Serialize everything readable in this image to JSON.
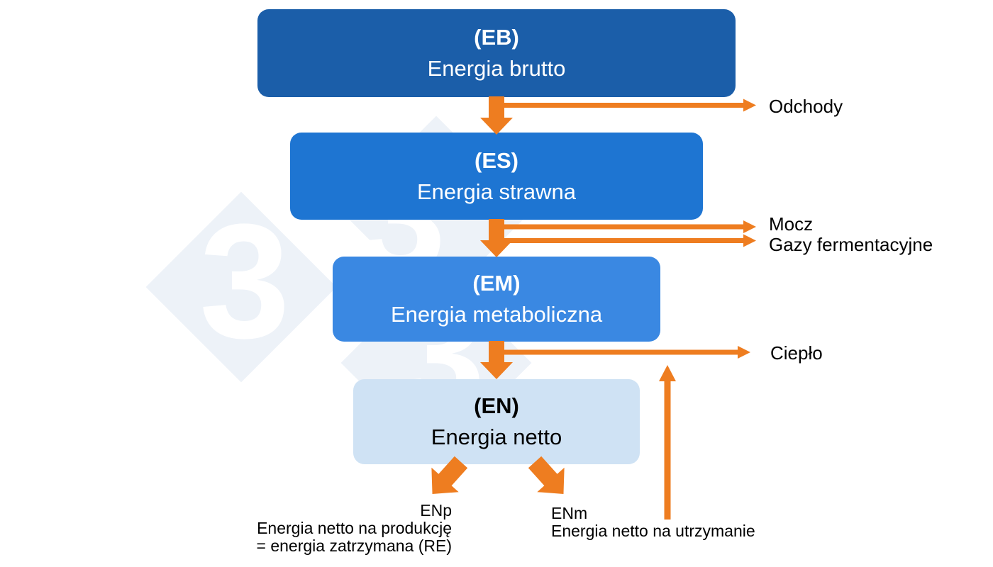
{
  "colors": {
    "box-eb": "#1b5ea9",
    "box-es": "#1e75d2",
    "box-em": "#3a88e2",
    "box-en": "#cfe2f4",
    "arrow-color": "#ee7d20",
    "wm-color": "#edf2f8",
    "text-dark": "#000000",
    "text-light": "#ffffff"
  },
  "watermark": {
    "glyph": "3"
  },
  "boxes": [
    {
      "abbr": "(EB)",
      "name": "Energia brutto"
    },
    {
      "abbr": "(ES)",
      "name": "Energia strawna"
    },
    {
      "abbr": "(EM)",
      "name": "Energia metaboliczna"
    },
    {
      "abbr": "(EN)",
      "name": "Energia netto"
    }
  ],
  "losses": [
    {
      "label": "Odchody"
    },
    {
      "label": "Mocz"
    },
    {
      "label": "Gazy fermentacyjne"
    },
    {
      "label": "Ciepło"
    }
  ],
  "outputs": {
    "enp": {
      "line1": "ENp",
      "line2": "Energia netto na produkcję",
      "line3": "= energia zatrzymana (RE)"
    },
    "enm": {
      "line1": "ENm",
      "line2": "Energia netto na utrzymanie"
    }
  }
}
